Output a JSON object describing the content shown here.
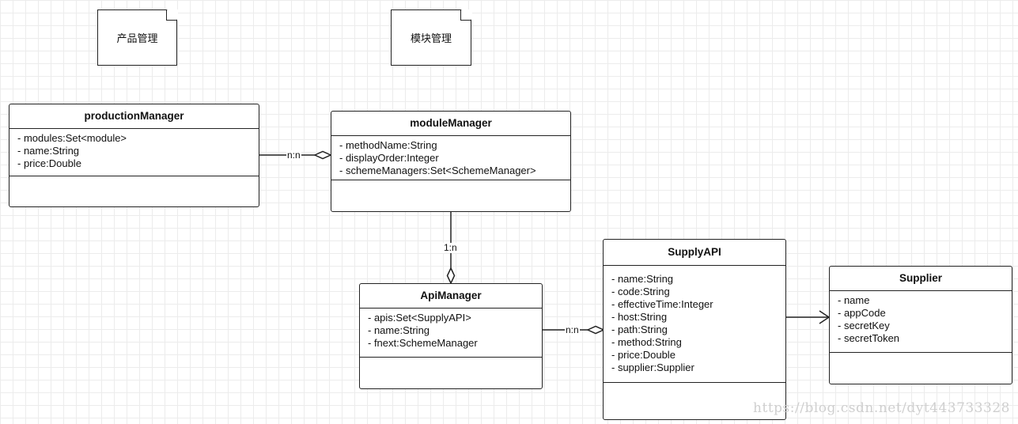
{
  "notes": {
    "product": "产品管理",
    "module": "模块管理"
  },
  "classes": {
    "productionManager": {
      "name": "productionManager",
      "attrs": [
        "- modules:Set<module>",
        "- name:String",
        "- price:Double"
      ]
    },
    "moduleManager": {
      "name": "moduleManager",
      "attrs": [
        "- methodName:String",
        "- displayOrder:Integer",
        "- schemeManagers:Set<SchemeManager>"
      ]
    },
    "ApiManager": {
      "name": "ApiManager",
      "attrs": [
        "- apis:Set<SupplyAPI>",
        "- name:String",
        "- fnext:SchemeManager"
      ]
    },
    "SupplyAPI": {
      "name": "SupplyAPI",
      "attrs": [
        "- name:String",
        "- code:String",
        "- effectiveTime:Integer",
        "- host:String",
        "- path:String",
        "- method:String",
        "- price:Double",
        "- supplier:Supplier"
      ]
    },
    "Supplier": {
      "name": "Supplier",
      "attrs": [
        "- name",
        "- appCode",
        "- secretKey",
        "- secretToken"
      ]
    }
  },
  "relations": {
    "production_module": "n:n",
    "module_api": "1:n",
    "api_supply": "n:n"
  },
  "watermark": "https://blog.csdn.net/dyt443733328"
}
